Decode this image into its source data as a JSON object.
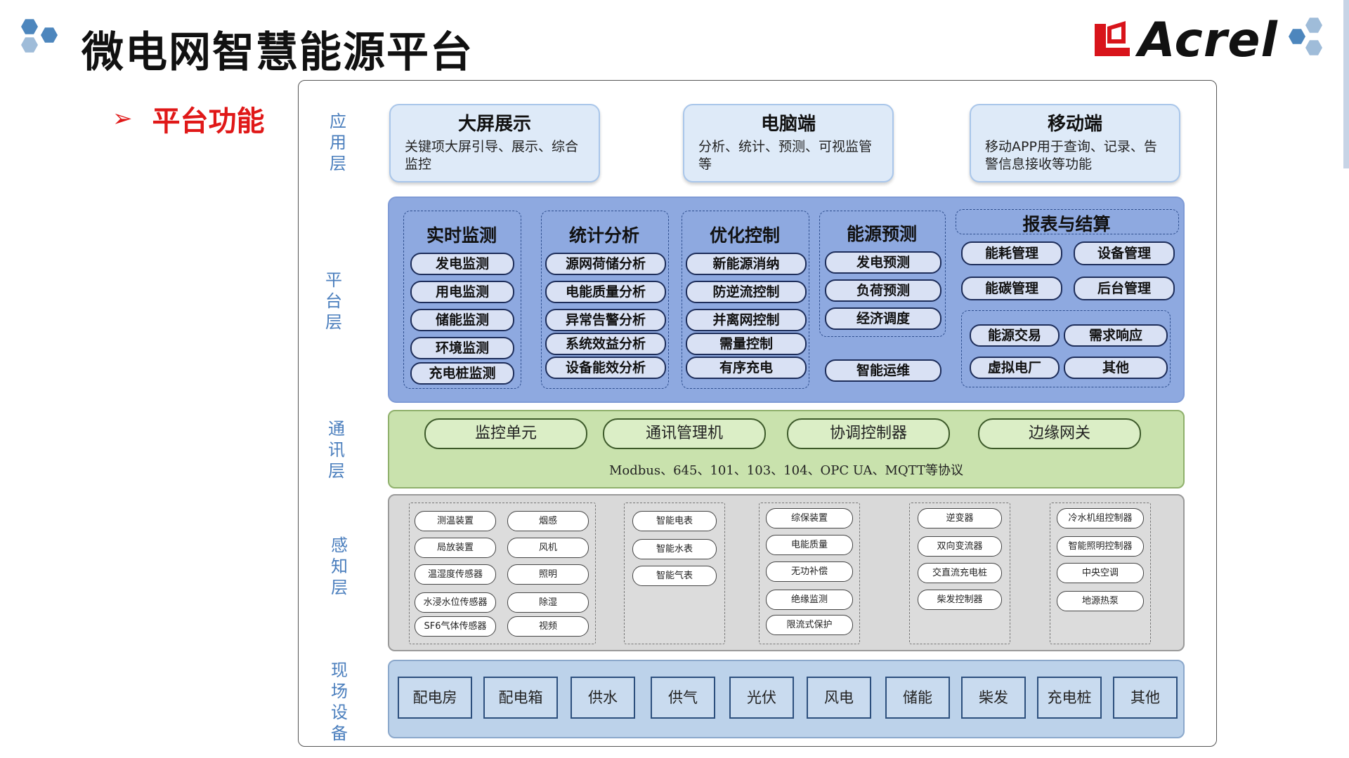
{
  "header": {
    "title": "微电网智慧能源平台",
    "subtitle": "平台功能",
    "brand": "Acrel"
  },
  "layers": {
    "app": "应用层",
    "platform": "平台层",
    "comm": "通讯层",
    "sense": "感知层",
    "field": "现场设备"
  },
  "app_cards": [
    {
      "title": "大屏展示",
      "desc": "关键项大屏引导、展示、综合监控"
    },
    {
      "title": "电脑端",
      "desc": "分析、统计、预测、可视监管等"
    },
    {
      "title": "移动端",
      "desc": "移动APP用于查询、记录、告警信息接收等功能"
    }
  ],
  "platform": {
    "groups": [
      {
        "title": "实时监测",
        "items": [
          "发电监测",
          "用电监测",
          "储能监测",
          "环境监测",
          "充电桩监测"
        ]
      },
      {
        "title": "统计分析",
        "items": [
          "源网荷储分析",
          "电能质量分析",
          "异常告警分析",
          "系统效益分析",
          "设备能效分析"
        ]
      },
      {
        "title": "优化控制",
        "items": [
          "新能源消纳",
          "防逆流控制",
          "并离网控制",
          "需量控制",
          "有序充电"
        ]
      },
      {
        "title": "能源预测",
        "items": [
          "发电预测",
          "负荷预测",
          "经济调度"
        ]
      },
      {
        "title": "报表与结算",
        "items": [
          "能耗管理",
          "设备管理",
          "能碳管理",
          "后台管理"
        ]
      }
    ],
    "extra": "智能运维",
    "trade_items": [
      "能源交易",
      "需求响应",
      "虚拟电厂",
      "其他"
    ]
  },
  "comm": {
    "items": [
      "监控单元",
      "通讯管理机",
      "协调控制器",
      "边缘网关"
    ],
    "protocol": "Modbus、645、101、103、104、OPC UA、MQTT等协议"
  },
  "sense": {
    "groups": [
      [
        "测温装置",
        "局放装置",
        "温湿度传感器",
        "水浸水位传感器",
        "SF6气体传感器"
      ],
      [
        "烟感",
        "风机",
        "照明",
        "除湿",
        "视频"
      ],
      [
        "智能电表",
        "智能水表",
        "智能气表"
      ],
      [
        "综保装置",
        "电能质量",
        "无功补偿",
        "绝缘监测",
        "限流式保护"
      ],
      [
        "逆变器",
        "双向变流器",
        "交直流充电桩",
        "柴发控制器"
      ],
      [
        "冷水机组控制器",
        "智能照明控制器",
        "中央空调",
        "地源热泵"
      ]
    ]
  },
  "field": {
    "items": [
      "配电房",
      "配电箱",
      "供水",
      "供气",
      "光伏",
      "风电",
      "储能",
      "柴发",
      "充电桩",
      "其他"
    ]
  },
  "colors": {
    "accent_red": "#e01818",
    "platform_bg": "#8ea9e0",
    "comm_bg": "#c9e2ad",
    "sense_bg": "#d9d9d9",
    "field_bg": "#bcd2ea",
    "layer_label": "#4a7ebd"
  }
}
